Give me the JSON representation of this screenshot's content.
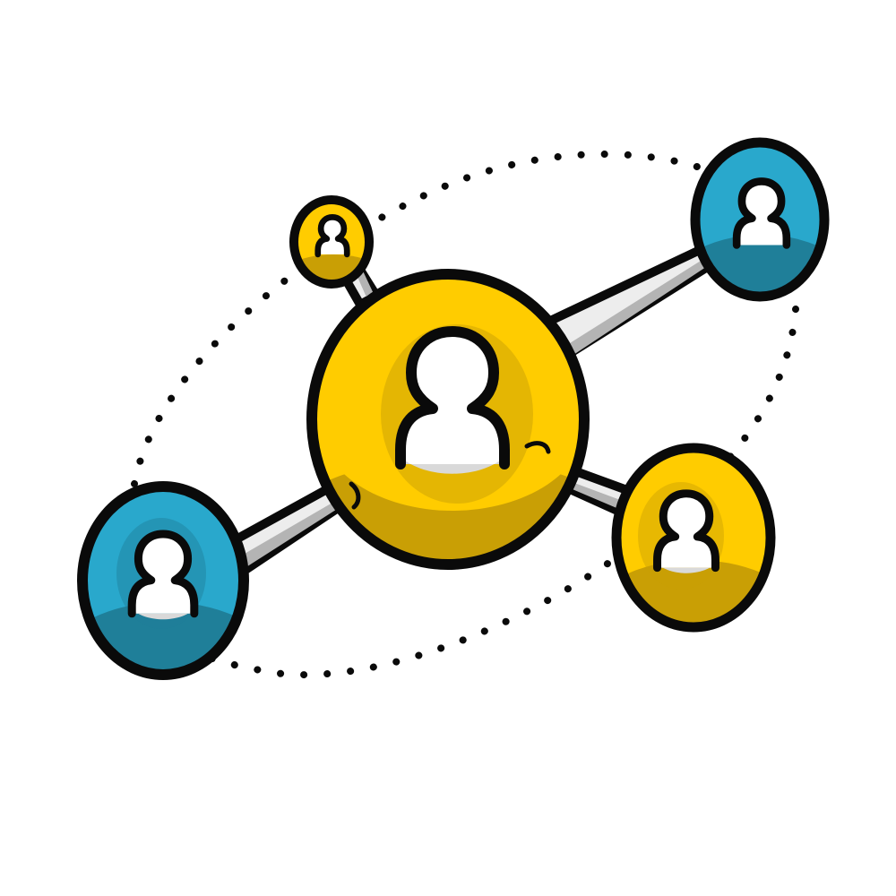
{
  "illustration": {
    "subject": "people-network-icon",
    "colors": {
      "outline": "#0a0a0a",
      "yellow": "#ffcc00",
      "yellow_shade": "#c99f05",
      "blue": "#29a8cc",
      "blue_shade": "#1f7f99",
      "connector": "#ededed",
      "connector_shade": "#b4b4b4",
      "person_fill": "#ffffff",
      "person_shadow": "#d9d9d9"
    },
    "nodes": [
      {
        "name": "central-person-node",
        "color": "yellow"
      },
      {
        "name": "small-top-person-node",
        "color": "yellow"
      },
      {
        "name": "top-right-person-node",
        "color": "blue"
      },
      {
        "name": "right-person-node",
        "color": "yellow"
      },
      {
        "name": "bottom-left-person-node",
        "color": "blue"
      }
    ]
  }
}
